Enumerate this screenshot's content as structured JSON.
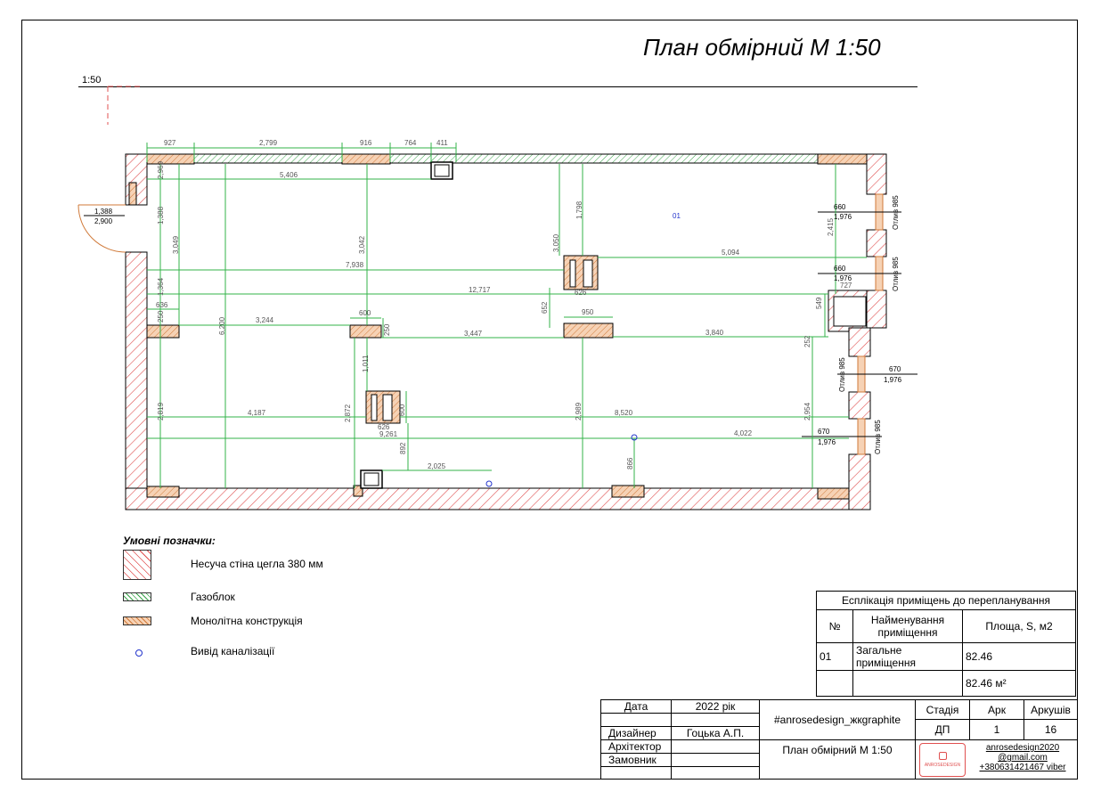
{
  "title": "План обмірний М 1:50",
  "scale": "1:50",
  "room_label": "01",
  "dimensions": {
    "top": [
      "927",
      "2,799",
      "916",
      "764",
      "411"
    ],
    "d_5406": "5,406",
    "d_2969": "2,969",
    "d_1388": "1,388",
    "d_3049": "3,049",
    "d_3042": "3,042",
    "d_3050": "3,050",
    "d_1798": "1,798",
    "d_2415": "2,415",
    "d_7938": "7,938",
    "d_5094": "5,094",
    "d_1364": "1,364",
    "d_12717": "12,717",
    "d_626a": "626",
    "d_636": "636",
    "d_250": "250",
    "d_3244": "3,244",
    "d_600a": "600",
    "d_652": "652",
    "d_950": "950",
    "d_727": "727",
    "d_549": "549",
    "d_6200": "6,200",
    "d_250b": "250",
    "d_3447": "3,447",
    "d_3840": "3,840",
    "d_252": "252",
    "d_1011": "1,011",
    "d_2819": "2,819",
    "d_4187": "4,187",
    "d_2872": "2,872",
    "d_600b": "600",
    "d_2989": "2,989",
    "d_8520": "8,520",
    "d_2954": "2,954",
    "d_626b": "626",
    "d_9261": "9,261",
    "d_4022": "4,022",
    "d_892": "892",
    "d_2025": "2,025",
    "d_866": "866",
    "door_width": "1,388",
    "door_height": "2,900",
    "windows": [
      {
        "w": "660",
        "h": "1,976",
        "label": "Отлив 985"
      },
      {
        "w": "660",
        "h": "1,976",
        "label": "Отлив 985"
      },
      {
        "w": "670",
        "h": "1,976",
        "label": "Отлив 985"
      },
      {
        "w": "670",
        "h": "1,976",
        "label": "Отлив 985"
      }
    ]
  },
  "legend": {
    "title": "Умовні позначки:",
    "items": [
      "Несуча стіна цегла 380 мм",
      "Газоблок",
      "Монолітна конструкція",
      "Вивід каналізації"
    ]
  },
  "explication": {
    "title": "Есплікація приміщень до перепланування",
    "col_no": "№",
    "col_name": "Найменування приміщення",
    "col_area": "Площа, S, м2",
    "rows": [
      {
        "no": "01",
        "name": "Загальне приміщення",
        "area": "82.46"
      }
    ],
    "total": "82.46 м²"
  },
  "stamp": {
    "date_label": "Дата",
    "year": "2022 рік",
    "designer_label": "Дизайнер",
    "designer": "Гоцька А.П.",
    "architect_label": "Архітектор",
    "client_label": "Замовник",
    "hashtag": "#anrosedesign_жкgraphite",
    "sheet_title": "План обмірний М 1:50",
    "stage_label": "Стадія",
    "stage": "ДП",
    "sheet_label": "Арк",
    "sheet": "1",
    "sheets_label": "Аркушів",
    "sheets": "16",
    "contact1": "anrosedesign2020",
    "contact2": "@gmail.com",
    "contact3": "+380631421467 viber",
    "logo_text": "ANROSEDESIGN"
  },
  "colors": {
    "wall_hatch": "#e05050",
    "gasblock": "#3aa34a",
    "monolith": "#d07a3a",
    "dimension": "#33b34a",
    "drain": "#2233cc"
  }
}
